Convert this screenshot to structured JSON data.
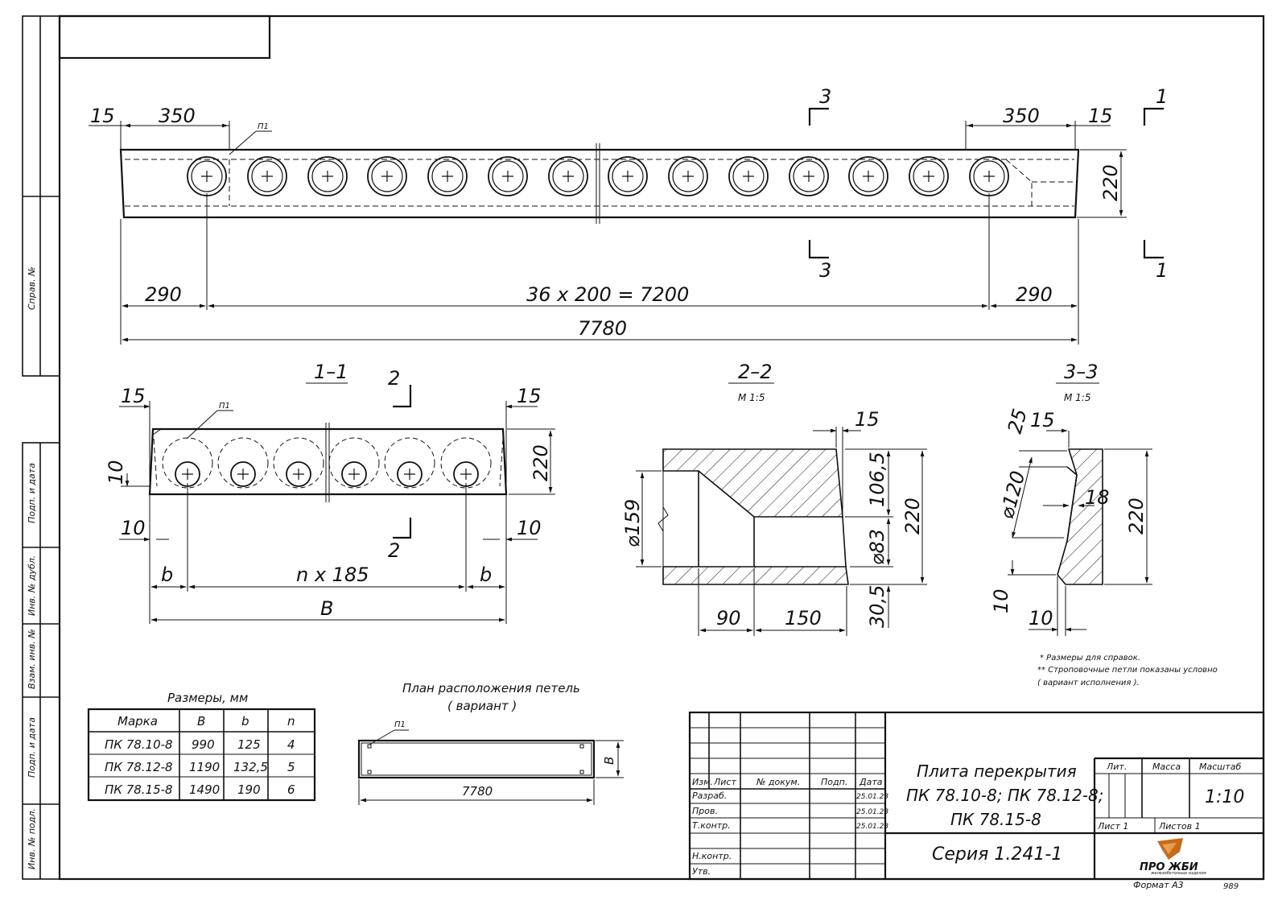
{
  "side_stamp": {
    "sprav": "Справ. №",
    "podp_data_1": "Подп. и дата",
    "inv_dubl": "Инв. № дубл.",
    "vzam_inv": "Взам. инв. №",
    "podp_data_2": "Подп. и дата",
    "inv_podl": "Инв. № подл."
  },
  "elevation": {
    "dim_15_left": "15",
    "dim_350_left": "350",
    "dim_350_right": "350",
    "dim_15_right": "15",
    "height": "220",
    "edge_left": "290",
    "span": "36 x 200 = 7200",
    "edge_right": "290",
    "total": "7780",
    "loop_tag": "П1",
    "cut_3": "3",
    "cut_1": "1",
    "hole_count": 14
  },
  "section_1_1": {
    "title": "1–1",
    "dim_15_left": "15",
    "dim_15_right": "15",
    "height": "220",
    "dim_10_a": "10",
    "dim_10_b": "10",
    "dim_10_right": "10",
    "b_left": "b",
    "pitch": "n x 185",
    "b_right": "b",
    "width": "B",
    "cut_2": "2",
    "loop_tag": "П1"
  },
  "section_2_2": {
    "title": "2–2",
    "scale": "М 1:5",
    "top_15": "15",
    "d159": "⌀159",
    "d83": "⌀83",
    "h106": "106,5",
    "h220": "220",
    "h30": "30,5",
    "w90": "90",
    "w150": "150"
  },
  "section_3_3": {
    "title": "3–3",
    "scale": "М 1:5",
    "d25": "25",
    "d15": "15",
    "d120": "⌀120",
    "d18": "18",
    "h220": "220",
    "d10_left": "10",
    "d10_bottom": "10"
  },
  "notes": {
    "line1": "* Размеры для справок.",
    "line2": "** Строповочные петли показаны условно",
    "line3": "( вариант исполнения )."
  },
  "sizes_table": {
    "caption": "Размеры, мм",
    "headers": [
      "Марка",
      "B",
      "b",
      "n"
    ],
    "rows": [
      [
        "ПК 78.10-8",
        "990",
        "125",
        "4"
      ],
      [
        "ПК 78.12-8",
        "1190",
        "132,5",
        "5"
      ],
      [
        "ПК 78.15-8",
        "1490",
        "190",
        "6"
      ]
    ]
  },
  "loop_plan": {
    "title_1": "План расположения петель",
    "title_2": "( вариант )",
    "tag": "П1",
    "length": "7780",
    "width": "B"
  },
  "title_block": {
    "headers": {
      "izm": "Изм.",
      "list": "Лист",
      "doc": "№ докум.",
      "podp": "Подп.",
      "data": "Дата"
    },
    "rows": [
      {
        "role": "Разраб.",
        "date": "25.01.23"
      },
      {
        "role": "Пров.",
        "date": "25.01.23"
      },
      {
        "role": "Т.контр.",
        "date": "25.01.23"
      },
      {
        "role": "Н.контр.",
        "date": ""
      },
      {
        "role": "Утв.",
        "date": ""
      }
    ],
    "product_1": "Плита перекрытия",
    "product_2": "ПК 78.10-8; ПК 78.12-8;",
    "product_3": "ПК 78.15-8",
    "series": "Серия 1.241-1",
    "lit": "Лит.",
    "massa": "Масса",
    "masshtab": "Масштаб",
    "scale_value": "1:10",
    "sheet": "Лист 1",
    "sheets": "Листов 1",
    "logo_text": "ПРО ЖБИ",
    "logo_sub": "железобетонные изделия",
    "format": "Формат А3",
    "code": "989"
  }
}
